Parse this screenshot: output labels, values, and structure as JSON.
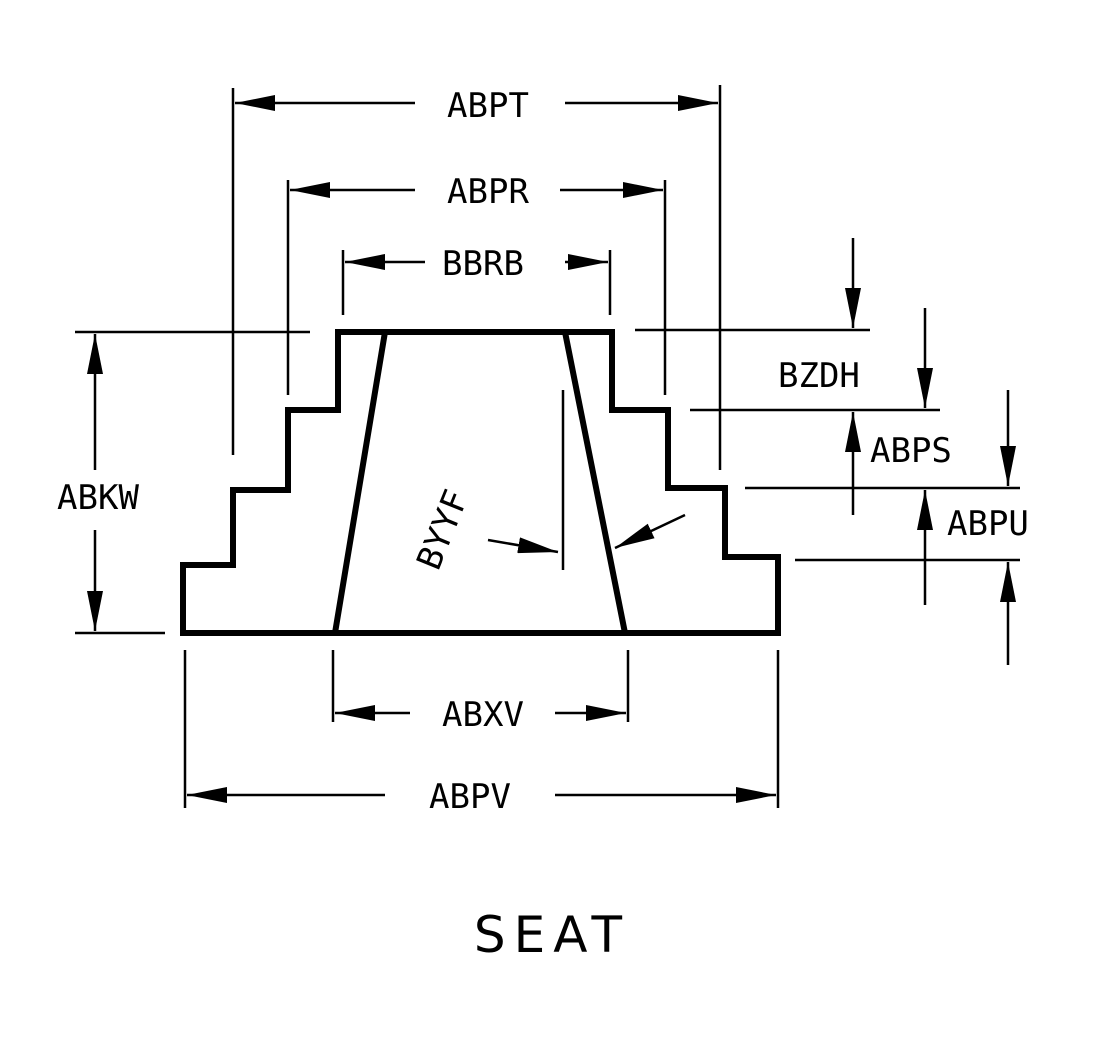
{
  "title": "SEAT",
  "dimensions": {
    "abpt": "ABPT",
    "abpr": "ABPR",
    "bbrb": "BBRB",
    "abkw": "ABKW",
    "bzdh": "BZDH",
    "abps": "ABPS",
    "abpu": "ABPU",
    "byyf": "BYYF",
    "abxv": "ABXV",
    "abpv": "ABPV"
  },
  "colors": {
    "ink": "#000000",
    "background": "#ffffff"
  }
}
